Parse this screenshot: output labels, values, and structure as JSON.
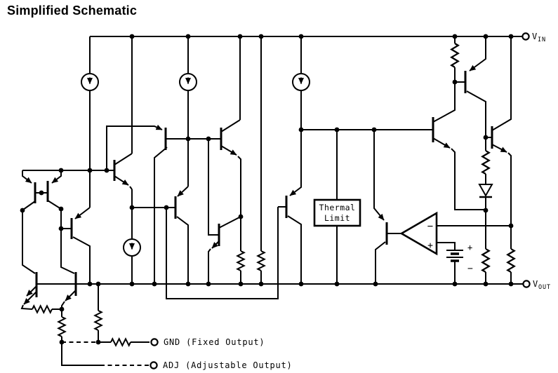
{
  "page": {
    "title": "Simplified Schematic",
    "background_color": "#ffffff",
    "ink_color": "#000000",
    "diagram_type": "analog voltage-regulator schematic"
  },
  "terminals": {
    "vin": {
      "label_main": "V",
      "label_sub": "IN"
    },
    "vout": {
      "label_main": "V",
      "label_sub": "OUT"
    },
    "gnd": {
      "label": "GND (Fixed Output)"
    },
    "adj": {
      "label": "ADJ (Adjustable Output)"
    }
  },
  "blocks": {
    "thermal_limit": {
      "line1": "Thermal",
      "line2": "Limit"
    }
  },
  "opamp": {
    "inverting_label": "−",
    "noninverting_label": "+"
  },
  "battery": {
    "plus_label": "+",
    "minus_label": "−"
  },
  "inventory": {
    "current_sources": 4,
    "transistors": 14,
    "resistors": 10,
    "diodes": 1,
    "comparator": 1,
    "reference_battery": 1,
    "thermal_limit_block": 1
  }
}
